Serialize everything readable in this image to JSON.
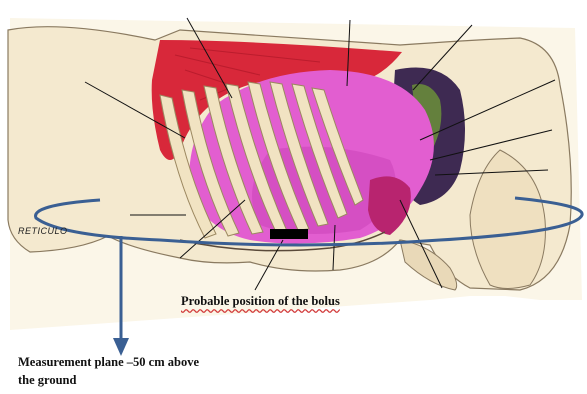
{
  "annotations": {
    "probable_position": "Probable position  of the bolus",
    "measurement_plane_line1": "Measurement plane –50 cm above",
    "measurement_plane_line2": "the ground",
    "reticulum_label": "RETICULO"
  },
  "colors": {
    "paper": "#fbf6e8",
    "muscle": "#d8283a",
    "rumen": "#e25ed0",
    "rumen_shadow": "#c63fb4",
    "rib": "#f1e3c2",
    "dark_cavity": "#3e2a52",
    "plane": "#3a5f93",
    "bolus_marker": "#000000"
  }
}
